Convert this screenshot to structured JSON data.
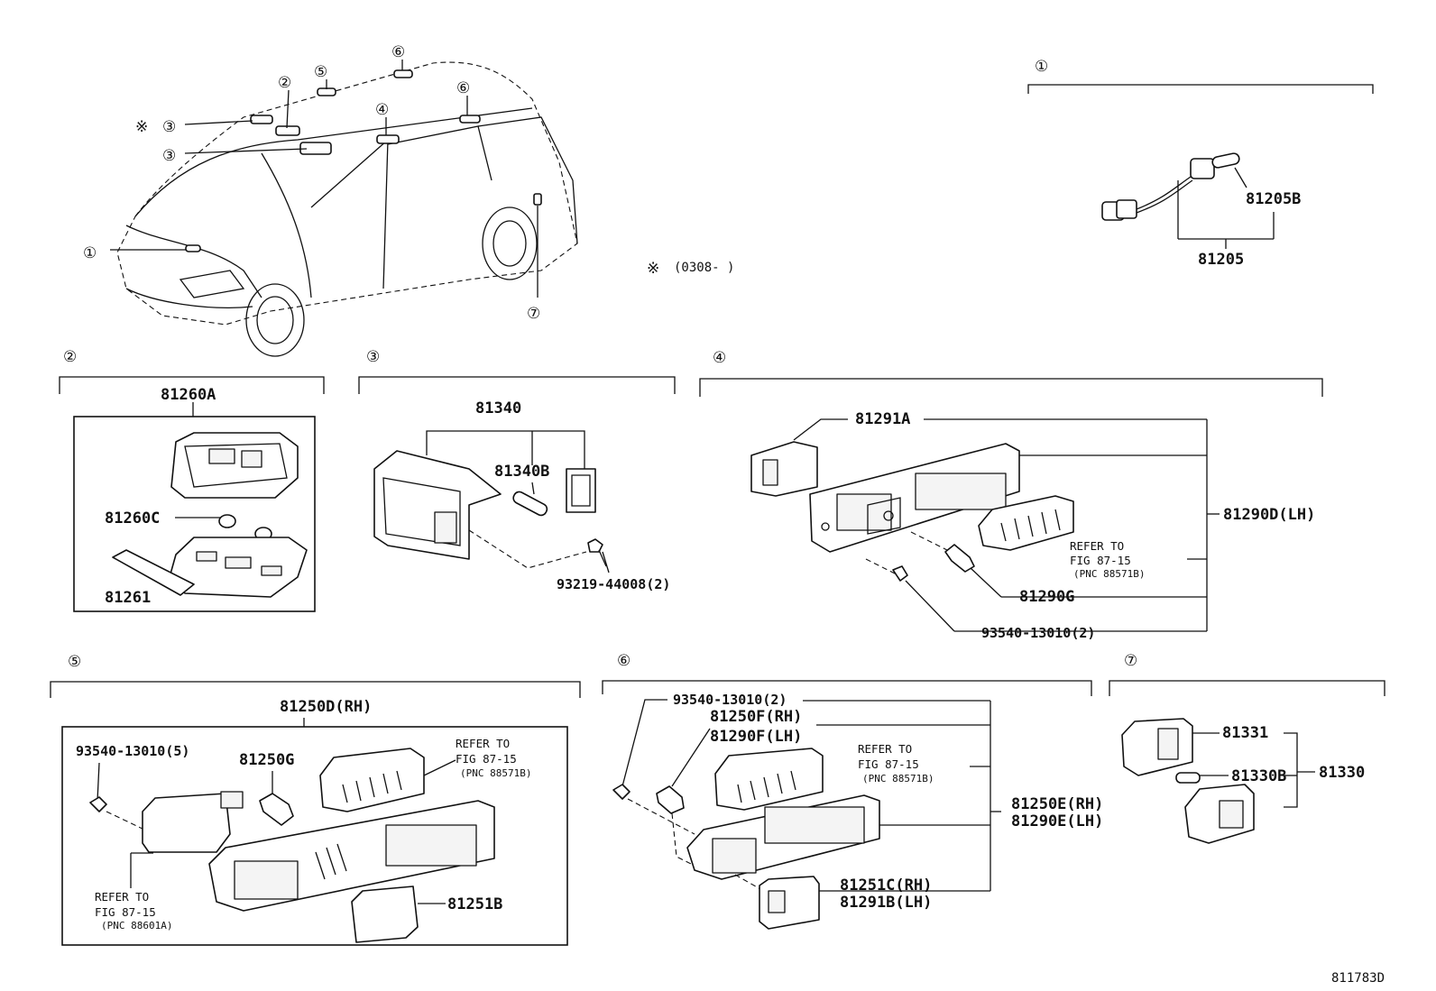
{
  "diagram_code": "811783D",
  "legend_note": {
    "mark": "※",
    "text": "(0308-          )"
  },
  "overview": {
    "callouts": {
      "c1": "①",
      "c2": "②",
      "c3a": "③",
      "c3b": "③",
      "c4": "④",
      "c5": "⑤",
      "c6a": "⑥",
      "c6b": "⑥",
      "c7": "⑦",
      "mark": "※"
    }
  },
  "sections": {
    "s1": {
      "num": "①",
      "parts": {
        "p1": "81205B",
        "p2": "81205"
      }
    },
    "s2": {
      "num": "②",
      "parts": {
        "p1": "81260A",
        "p2": "81260C",
        "p3": "81261"
      }
    },
    "s3": {
      "num": "③",
      "parts": {
        "p1": "81340",
        "p2": "81340B",
        "p3": "93219-44008(2)"
      }
    },
    "s4": {
      "num": "④",
      "parts": {
        "p1": "81291A",
        "p2": "81290D(LH)",
        "p3": "81290G",
        "p4": "93540-13010(2)"
      },
      "refer": {
        "l1": "REFER TO",
        "l2": "FIG 87-15",
        "l3": "(PNC 88571B)"
      }
    },
    "s5": {
      "num": "⑤",
      "parts": {
        "p1": "81250D(RH)",
        "p2": "93540-13010(5)",
        "p3": "81250G",
        "p4": "81251B"
      },
      "refer1": {
        "l1": "REFER TO",
        "l2": "FIG 87-15",
        "l3": "(PNC 88571B)"
      },
      "refer2": {
        "l1": "REFER TO",
        "l2": "FIG 87-15",
        "l3": "(PNC 88601A)"
      }
    },
    "s6": {
      "num": "⑥",
      "parts": {
        "p1": "93540-13010(2)",
        "p2": "81250F(RH)",
        "p3": "81290F(LH)",
        "p4": "81250E(RH)",
        "p5": "81290E(LH)",
        "p6": "81251C(RH)",
        "p7": "81291B(LH)"
      },
      "refer": {
        "l1": "REFER TO",
        "l2": "FIG 87-15",
        "l3": "(PNC 88571B)"
      }
    },
    "s7": {
      "num": "⑦",
      "parts": {
        "p1": "81331",
        "p2": "81330B",
        "p3": "81330"
      }
    }
  }
}
